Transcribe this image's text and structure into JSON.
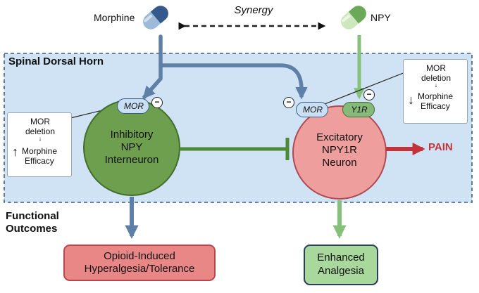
{
  "colors": {
    "region_fill": "#cfe3f5",
    "region_border": "#3d5a80",
    "morphine_cap_dark": "#34598a",
    "morphine_cap_light": "#9dbad8",
    "npy_cap_dark": "#6aa85a",
    "npy_cap_light": "#cde8bd",
    "morphine_arrow": "#5e7fa6",
    "npy_arrow": "#86c07a",
    "inhibitory_fill": "#6d9f4f",
    "excitatory_fill": "#ef9e9e",
    "pain_red": "#c4333a",
    "inhibition_bar": "#4e8a36",
    "mor_badge_fill": "#c9dff3",
    "y1r_badge_fill": "#86b97a",
    "opioid_box_fill": "#e98787",
    "opioid_box_border": "#b8474c",
    "analgesia_box_fill": "#a8d89c",
    "analgesia_box_border": "#2c3c5c"
  },
  "drugs": {
    "morphine": {
      "label": "Morphine",
      "icon": "morphine-capsule-icon"
    },
    "npy": {
      "label": "NPY",
      "icon": "npy-capsule-icon"
    },
    "synergy": "Synergy"
  },
  "region": {
    "title": "Spinal Dorsal Horn"
  },
  "left_neuron": {
    "lines": [
      "Inhibitory",
      "NPY",
      "Interneuron"
    ],
    "receptor": "MOR",
    "sign": "−"
  },
  "right_neuron": {
    "lines": [
      "Excitatory",
      "NPY1R",
      "Neuron"
    ],
    "receptor_mor": "MOR",
    "receptor_y1r": "Y1R",
    "sign_mor": "−",
    "sign_y1r": "−"
  },
  "pain_label": "PAIN",
  "left_callout": {
    "line1": "MOR",
    "line2": "deletion",
    "line3": "Morphine",
    "line4": "Efficacy",
    "direction": "up"
  },
  "right_callout": {
    "line1": "MOR",
    "line2": "deletion",
    "line3": "Morphine",
    "line4": "Efficacy",
    "direction": "down"
  },
  "outcomes": {
    "title_line1": "Functional",
    "title_line2": "Outcomes",
    "left_line1": "Opioid-Induced",
    "left_line2": "Hyperalgesia/Tolerance",
    "right_line1": "Enhanced",
    "right_line2": "Analgesia"
  }
}
